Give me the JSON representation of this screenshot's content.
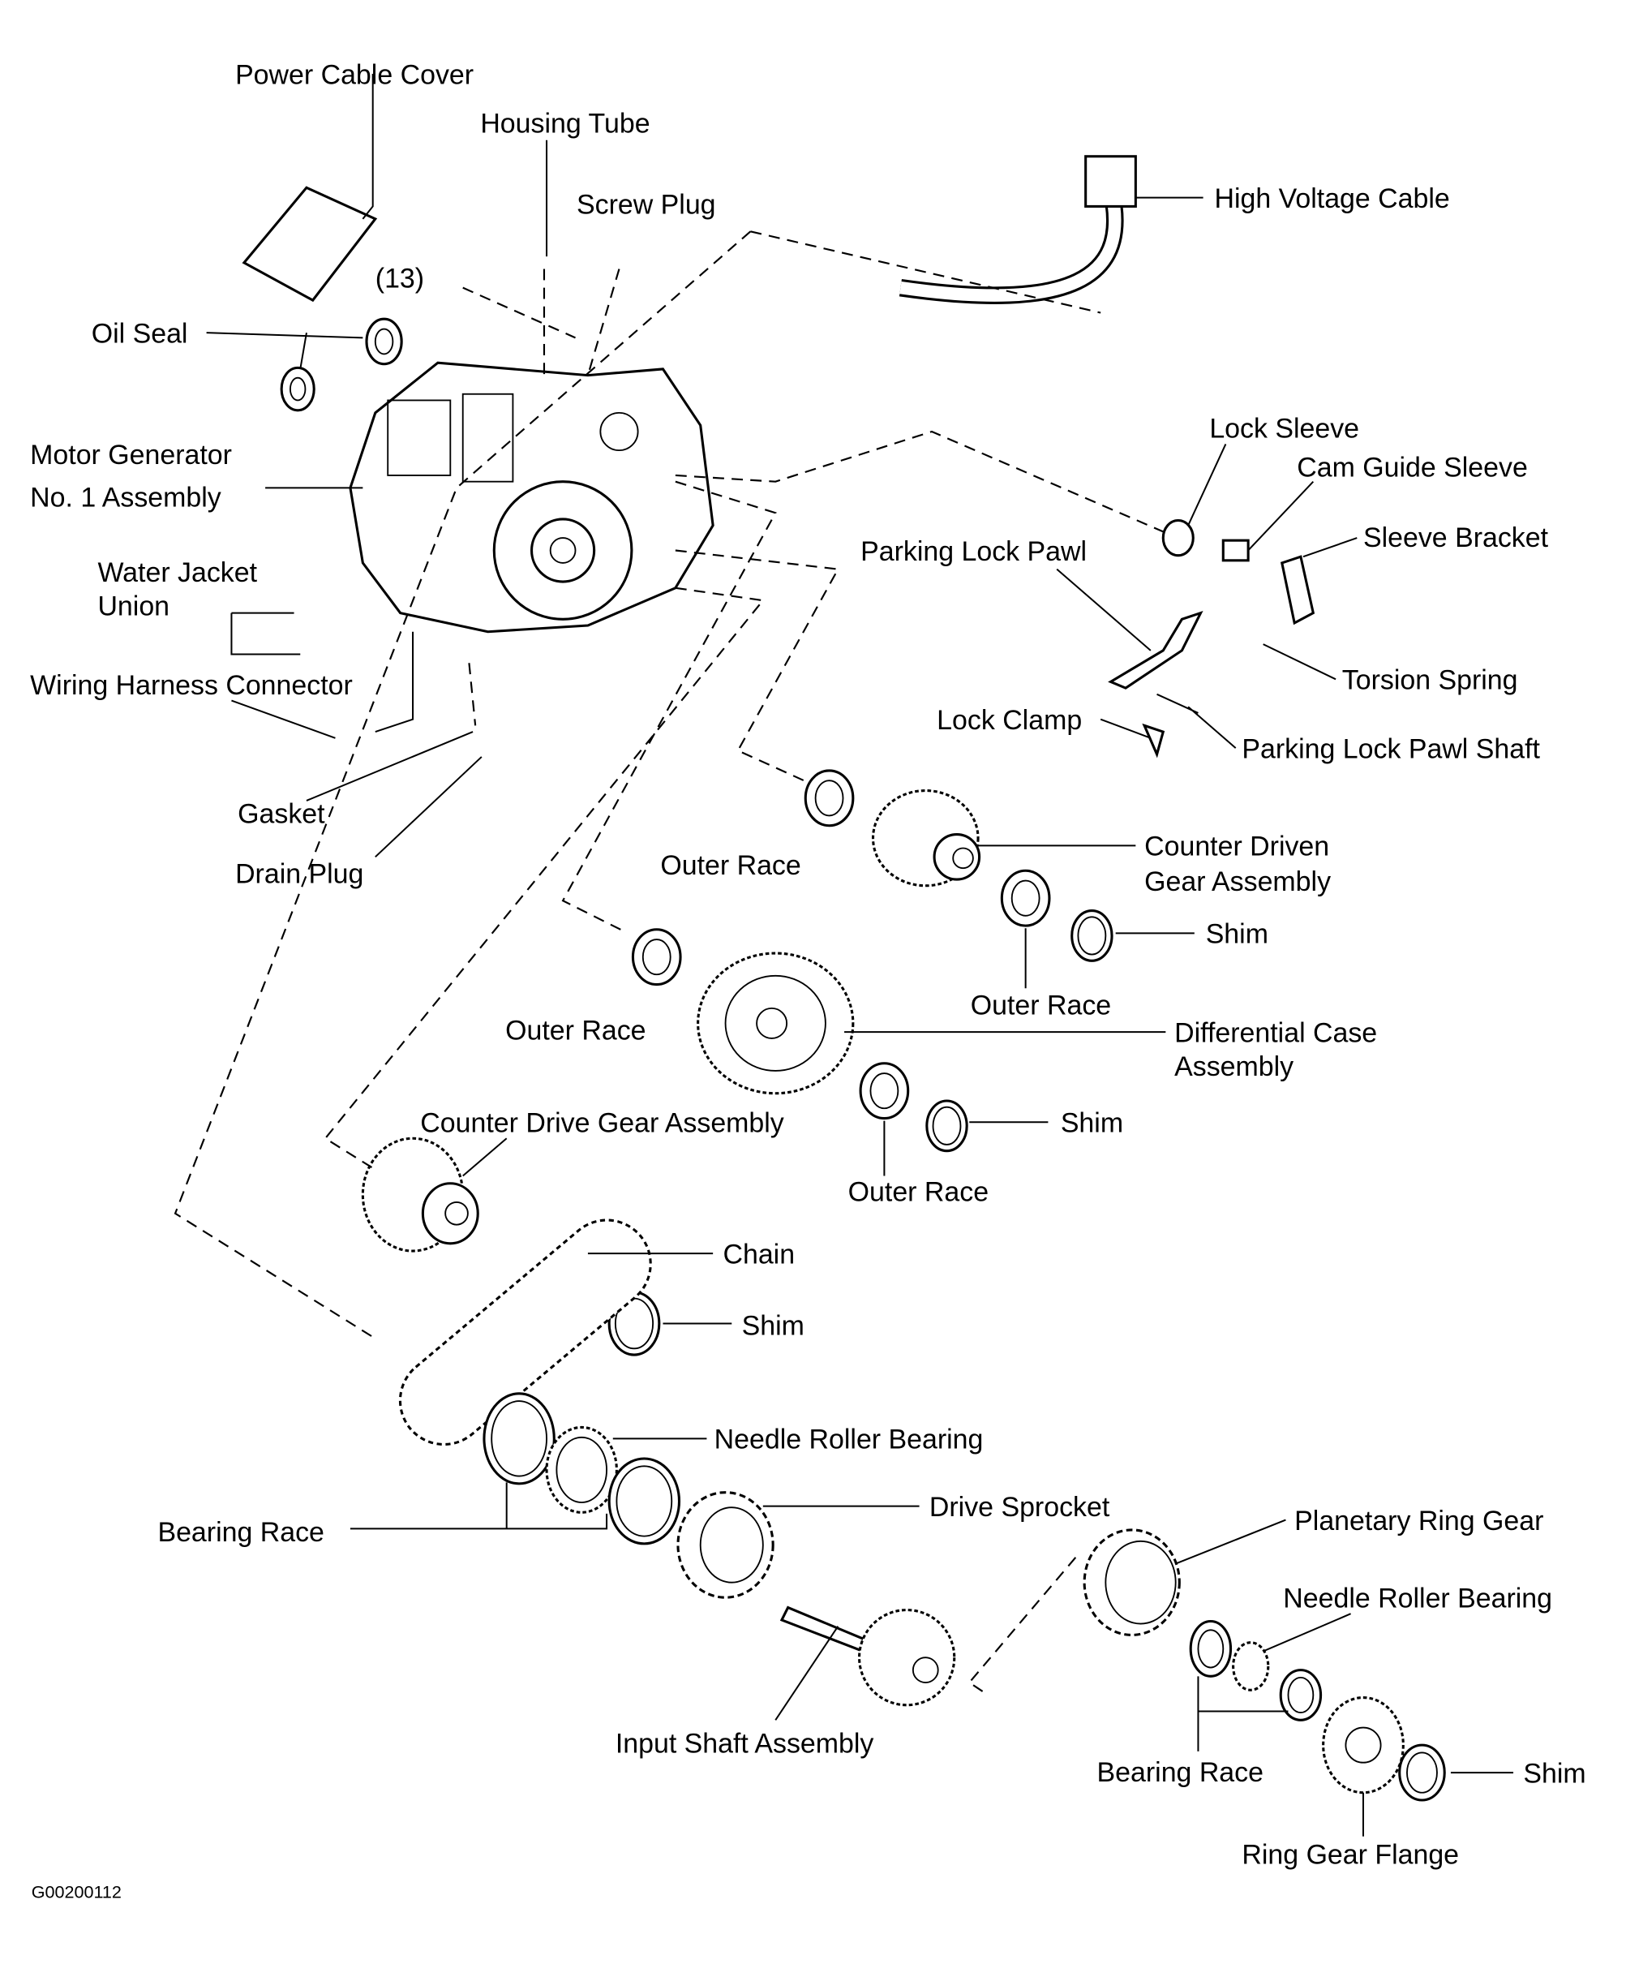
{
  "diagram": {
    "labels": [
      "Power Cable Cover",
      "Housing Tube",
      "Screw Plug",
      "High Voltage Cable",
      "(13)",
      "Oil Seal",
      "Motor Generator",
      "No. 1 Assembly",
      "Lock Sleeve",
      "Cam Guide Sleeve",
      "Parking Lock Pawl",
      "Sleeve Bracket",
      "Water Jacket",
      "Union",
      "Torsion Spring",
      "Wiring Harness Connector",
      "Lock Clamp",
      "Parking Lock Pawl Shaft",
      "Gasket",
      "Drain Plug",
      "Outer Race",
      "Counter Driven",
      "Gear Assembly",
      "Shim",
      "Outer Race",
      "Outer Race",
      "Differential Case",
      "Assembly",
      "Counter Drive Gear Assembly",
      "Shim",
      "Outer Race",
      "Chain",
      "Shim",
      "Needle Roller Bearing",
      "Drive Sprocket",
      "Bearing Race",
      "Planetary Ring Gear",
      "Needle Roller Bearing",
      "Input Shaft Assembly",
      "Bearing Race",
      "Shim",
      "Ring Gear Flange"
    ],
    "figure_code": "G00200112"
  }
}
